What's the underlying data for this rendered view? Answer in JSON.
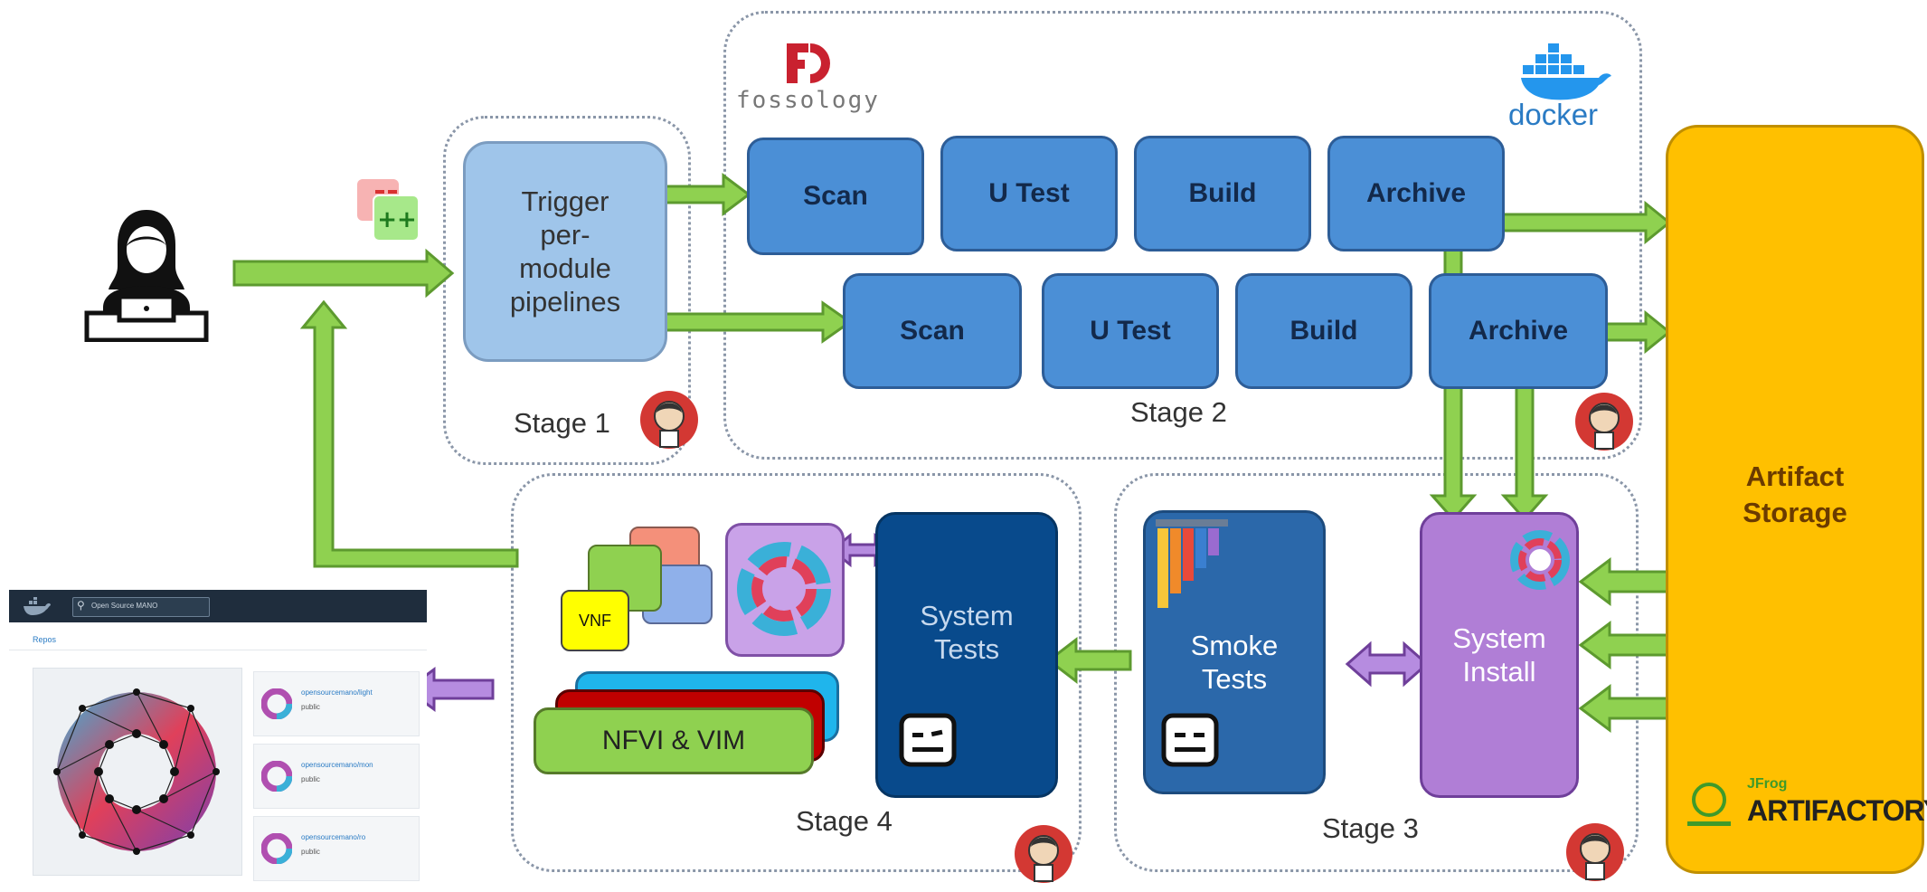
{
  "stages": {
    "stage1": "Stage 1",
    "stage2": "Stage 2",
    "stage3": "Stage 3",
    "stage4": "Stage 4"
  },
  "trigger": {
    "line1": "Trigger",
    "line2": "per-",
    "line3": "module",
    "line4": "pipelines"
  },
  "pipeline_row1": [
    "Scan",
    "U Test",
    "Build",
    "Archive"
  ],
  "pipeline_row2": [
    "Scan",
    "U Test",
    "Build",
    "Archive"
  ],
  "artifact_storage": {
    "line1": "Artifact",
    "line2": "Storage"
  },
  "system_install": {
    "line1": "System",
    "line2": "Install"
  },
  "smoke_tests": {
    "line1": "Smoke",
    "line2": "Tests"
  },
  "system_tests": {
    "line1": "System",
    "line2": "Tests"
  },
  "nfvi": "NFVI & VIM",
  "vnf": "VNF",
  "logos": {
    "fossology": "fossology",
    "docker": "docker",
    "jfrog": "JFrog",
    "artifactory": "ARTIFACTORY"
  },
  "registry": {
    "search_placeholder": "Open Source MANO",
    "tab": "Repos",
    "repos": [
      {
        "name": "opensourcemano/light",
        "visibility": "public"
      },
      {
        "name": "opensourcemano/mon",
        "visibility": "public"
      },
      {
        "name": "opensourcemano/ro",
        "visibility": "public"
      }
    ]
  },
  "colors": {
    "arrow_green": "#8fd150",
    "arrow_purple": "#b68ce0",
    "job_blue": "#4b8fd6",
    "artifact_yellow": "#ffc000",
    "install_purple": "#b07ed6"
  }
}
